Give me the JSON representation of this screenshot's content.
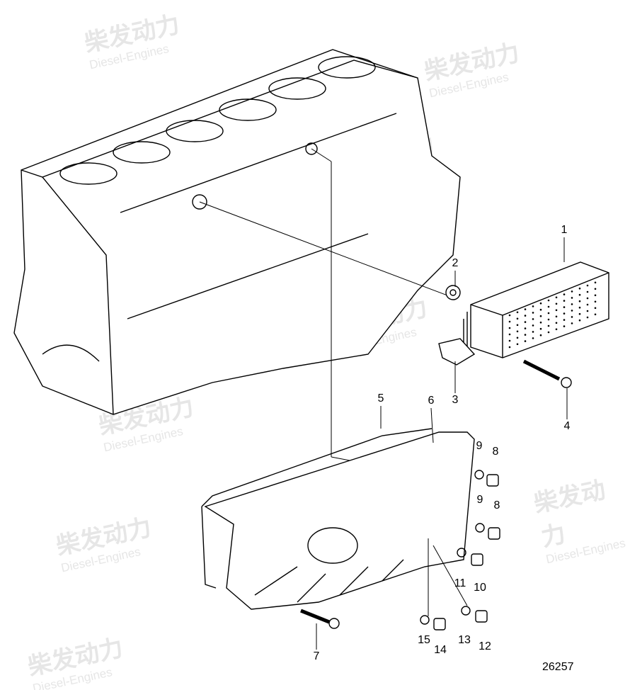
{
  "figure_number": "26257",
  "watermark": {
    "chinese": "柴发动力",
    "english": "Diesel-Engines"
  },
  "callouts": [
    "1",
    "2",
    "3",
    "4",
    "5",
    "6",
    "9",
    "8",
    "9",
    "8",
    "11",
    "10",
    "15",
    "14",
    "13",
    "12",
    "7"
  ]
}
